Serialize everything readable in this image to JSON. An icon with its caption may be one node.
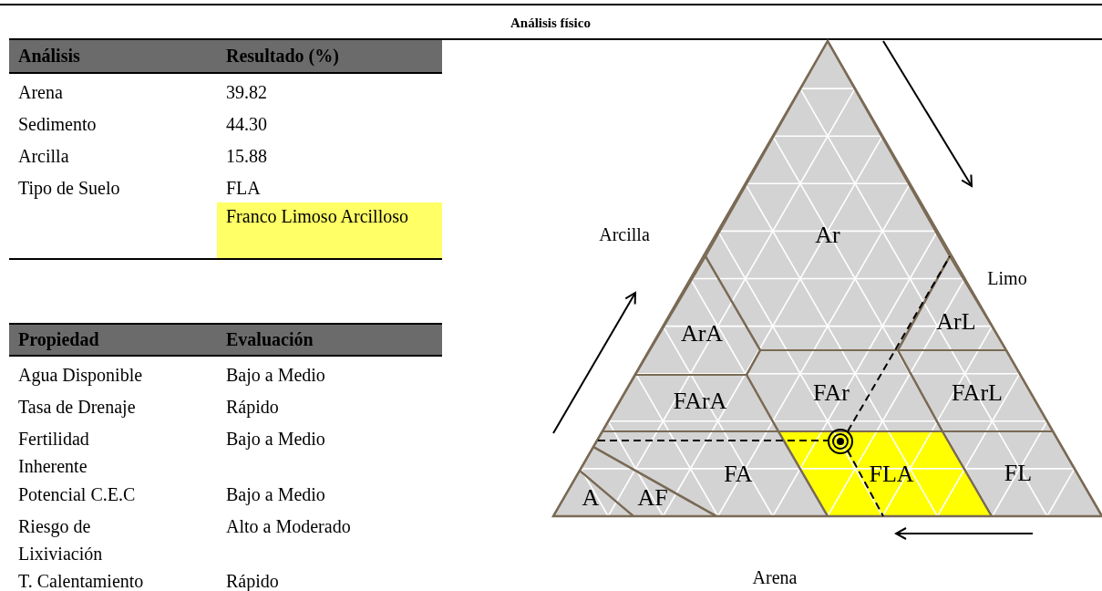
{
  "diagram": {
    "title": "Análisis físico",
    "nodes": [
      {
        "text": [
          "Ar"
        ]
      },
      {
        "text": [
          "ArA"
        ]
      },
      {
        "text": [
          "ArL"
        ]
      },
      {
        "text": [
          "FArA"
        ]
      },
      {
        "text": [
          "FAr"
        ]
      },
      {
        "text": [
          "FArL"
        ]
      },
      {
        "text": [
          "FA"
        ]
      },
      {
        "text": [
          "FLA"
        ]
      },
      {
        "text": [
          "FL"
        ]
      },
      {
        "text": [
          "A"
        ]
      },
      {
        "text": [
          "AF"
        ]
      }
    ],
    "labels": [
      "Análisis",
      "Resultado (%)",
      "Arena",
      "39.82",
      "Sedimento",
      "44.30",
      "Arcilla",
      "15.88",
      "Tipo de Suelo",
      "FLA",
      "Franco Limoso Arcilloso",
      "Propiedad",
      "Evaluación",
      "Agua Disponible",
      "Bajo a Medio",
      "Tasa de Drenaje",
      "Rápido",
      "Fertilidad Inherente",
      "Bajo a Medio",
      "Potencial C.E.C",
      "Bajo a Medio",
      "Riesgo de Lixiviación",
      "Alto a Moderado",
      "T. Calentamiento",
      "Rápido",
      "Arcilla",
      "Limo",
      "Arena"
    ]
  }
}
